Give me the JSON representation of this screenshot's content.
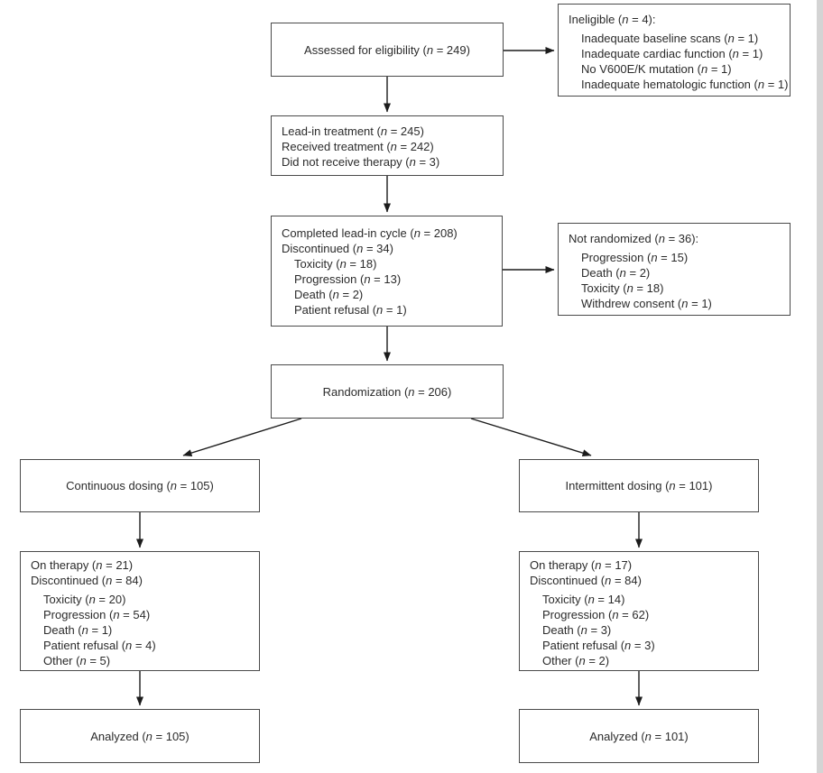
{
  "colors": {
    "box_border": "#4a4a4a",
    "text": "#2b2b2b",
    "arrow": "#1c1c1c",
    "page_edge_strip": "#d4d4d4",
    "background": "#ffffff"
  },
  "diagram": {
    "type": "consort-flow-diagram",
    "boxes": {
      "assessed": {
        "lines": [
          "Assessed for eligibility (n = 249)"
        ]
      },
      "ineligible": {
        "lines": [
          "Ineligible (n = 4):",
          "Inadequate baseline scans (n = 1)",
          "Inadequate cardiac function (n = 1)",
          "No V600E/K mutation (n = 1)",
          "Inadequate hematologic function (n = 1)"
        ]
      },
      "lead_in": {
        "lines": [
          "Lead-in treatment (n = 245)",
          "Received treatment (n = 242)",
          "Did not receive therapy (n = 3)"
        ]
      },
      "completed": {
        "lines": [
          "Completed lead-in cycle (n = 208)",
          "Discontinued (n = 34)",
          "Toxicity (n = 18)",
          "Progression (n = 13)",
          "Death (n = 2)",
          "Patient refusal (n = 1)"
        ]
      },
      "not_randomized": {
        "lines": [
          "Not randomized (n = 36):",
          "Progression (n = 15)",
          "Death (n = 2)",
          "Toxicity (n = 18)",
          "Withdrew consent (n = 1)"
        ]
      },
      "randomization": {
        "lines": [
          "Randomization (n = 206)"
        ]
      },
      "continuous": {
        "lines": [
          "Continuous dosing (n = 105)"
        ]
      },
      "intermittent": {
        "lines": [
          "Intermittent dosing (n = 101)"
        ]
      },
      "on_therapy_continuous": {
        "lines": [
          "On therapy (n = 21)",
          "Discontinued (n = 84)",
          "Toxicity (n = 20)",
          "Progression (n = 54)",
          "Death (n = 1)",
          "Patient refusal (n = 4)",
          "Other (n = 5)"
        ]
      },
      "on_therapy_intermittent": {
        "lines": [
          "On therapy (n = 17)",
          "Discontinued (n = 84)",
          "Toxicity (n = 14)",
          "Progression (n = 62)",
          "Death (n = 3)",
          "Patient refusal (n = 3)",
          "Other (n = 2)"
        ]
      },
      "analyzed_continuous": {
        "lines": [
          "Analyzed (n = 105)"
        ]
      },
      "analyzed_intermittent": {
        "lines": [
          "Analyzed (n = 101)"
        ]
      }
    }
  }
}
